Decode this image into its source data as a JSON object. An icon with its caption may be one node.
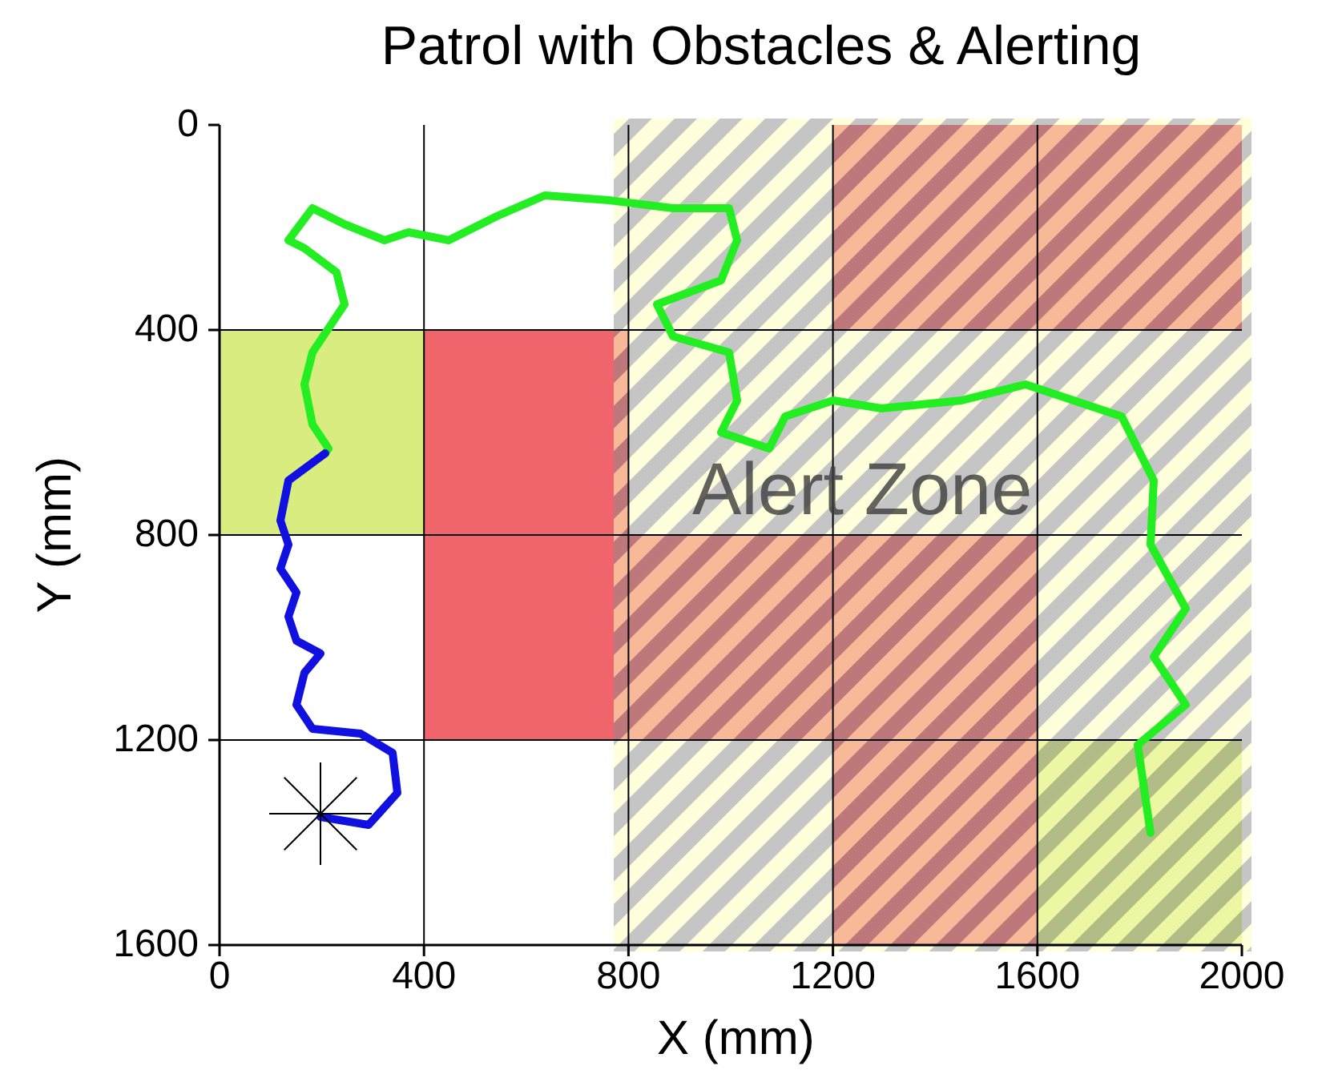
{
  "diagram": {
    "title": "Patrol with Obstacles & Alerting",
    "labels": [
      "0",
      "400",
      "Alert Zone",
      "Y (mm)",
      "800",
      "1200",
      "1600",
      "0",
      "400",
      "800",
      "1200",
      "1600",
      "2000",
      "X (mm)"
    ]
  }
}
